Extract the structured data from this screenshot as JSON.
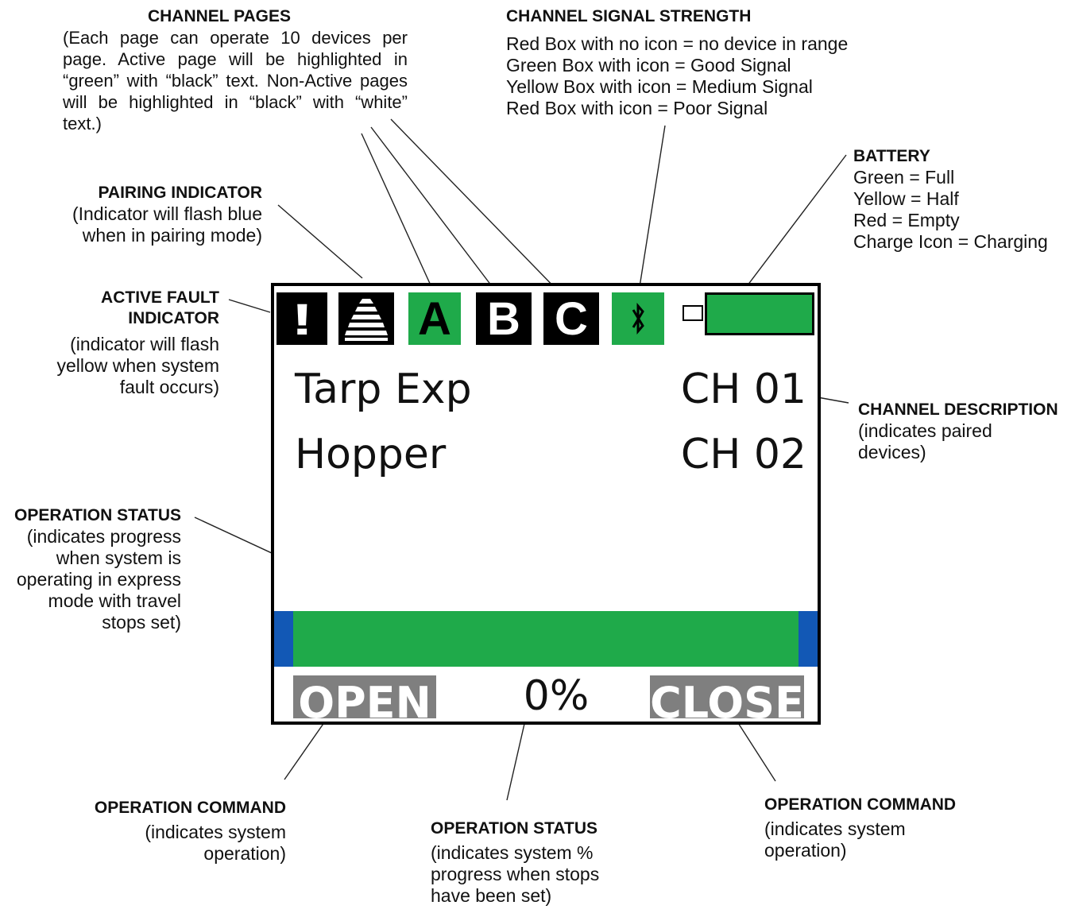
{
  "annotations": {
    "channel_pages": {
      "title": "CHANNEL PAGES",
      "body": "(Each page can operate 10 devices per page. Active page will be highlighted in “green” with “black” text. Non-Active pages will be highlighted in “black” with “white” text.)"
    },
    "signal_strength": {
      "title": "CHANNEL SIGNAL STRENGTH",
      "lines": [
        "Red Box with no icon = no device in range",
        "Green Box with icon = Good Signal",
        "Yellow Box with icon = Medium Signal",
        "Red Box with icon = Poor Signal"
      ]
    },
    "battery": {
      "title": "BATTERY",
      "lines": [
        "Green = Full",
        "Yellow = Half",
        "Red = Empty",
        "Charge Icon = Charging"
      ]
    },
    "pairing": {
      "title": "PAIRING INDICATOR",
      "lines": [
        "(Indicator will flash blue",
        "when in pairing mode)"
      ]
    },
    "fault": {
      "title_lines": [
        "ACTIVE FAULT",
        "INDICATOR"
      ],
      "lines": [
        "(indicator will flash",
        "yellow when system",
        "fault occurs)"
      ]
    },
    "channel_description": {
      "title": "CHANNEL DESCRIPTION",
      "lines": [
        "(indicates paired",
        "devices)"
      ]
    },
    "operation_status_bar": {
      "title": "OPERATION STATUS",
      "lines": [
        "(indicates progress",
        "when system is",
        "operating in express",
        "mode with travel",
        "stops set)"
      ]
    },
    "operation_command_left": {
      "title": "OPERATION COMMAND",
      "lines": [
        "(indicates system",
        "operation)"
      ]
    },
    "operation_status_pct": {
      "title": "OPERATION STATUS",
      "lines": [
        "(indicates system %",
        "progress when stops",
        "have been set)"
      ]
    },
    "operation_command_right": {
      "title": "OPERATION COMMAND",
      "lines": [
        "(indicates system",
        "operation)"
      ]
    }
  },
  "screen": {
    "fault_icon": "!",
    "pairing_icon": "pairing-stack-icon",
    "pages": [
      {
        "label": "A",
        "active": true
      },
      {
        "label": "B",
        "active": false
      },
      {
        "label": "C",
        "active": false
      }
    ],
    "signal_icon": "bluetooth-icon",
    "battery_level": "full",
    "channels": [
      {
        "name": "Tarp Exp",
        "number": "CH 01"
      },
      {
        "name": "Hopper",
        "number": "CH 02"
      }
    ],
    "progress_percent": 0,
    "progress_label": "0%",
    "open_label": "OPEN",
    "close_label": "CLOSE"
  },
  "colors": {
    "active_page": "#1faa4a",
    "inactive_page": "#000000",
    "signal_good": "#1faa4a",
    "battery_full": "#1faa4a",
    "progress_bar": "#1faa4a",
    "progress_end": "#1258b5",
    "command_button": "#7f7f7f"
  }
}
